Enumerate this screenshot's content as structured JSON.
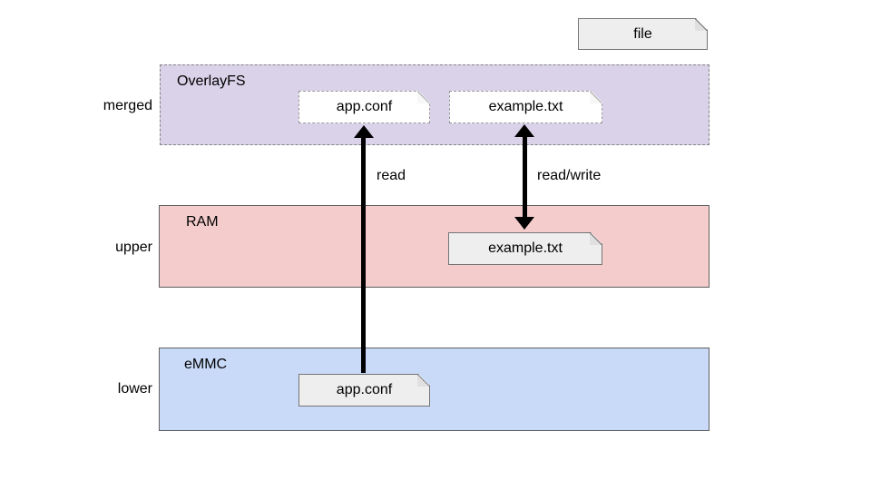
{
  "legend": {
    "file": "file"
  },
  "layers": {
    "merged": {
      "side_label": "merged",
      "title": "OverlayFS",
      "files": {
        "app_conf": "app.conf",
        "example_txt": "example.txt"
      }
    },
    "upper": {
      "side_label": "upper",
      "title": "RAM",
      "files": {
        "example_txt": "example.txt"
      }
    },
    "lower": {
      "side_label": "lower",
      "title": "eMMC",
      "files": {
        "app_conf": "app.conf"
      }
    }
  },
  "arrows": {
    "read": "read",
    "read_write": "read/write"
  },
  "colors": {
    "merged_fill": "#d9d2e9",
    "upper_fill": "#f4cccc",
    "lower_fill": "#c9daf8",
    "file_fill": "#eeeeee",
    "file_fill_merged": "#ffffff",
    "arrow": "#000000",
    "background": "#ffffff"
  }
}
